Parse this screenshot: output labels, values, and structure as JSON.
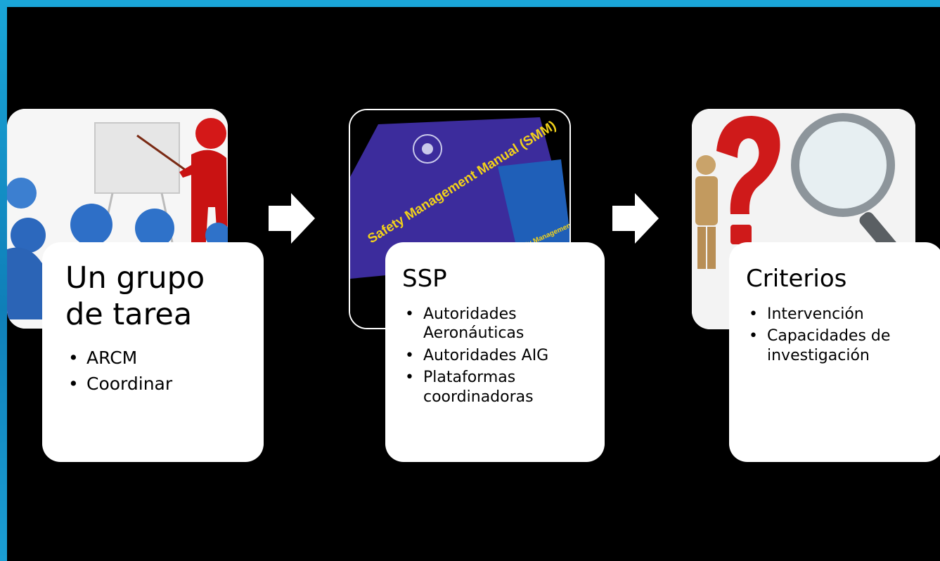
{
  "colors": {
    "frame": "#1aa6d8",
    "background": "#000000",
    "card": "#ffffff",
    "arrow": "#ffffff"
  },
  "steps": [
    {
      "image": "classroom-presentation-image",
      "title": "Un grupo de tarea",
      "bullets": [
        "ARCM",
        "Coordinar"
      ]
    },
    {
      "image": "safety-management-manual-cover-image",
      "cover_text": "Safety Management Manual (SMM)",
      "cover_small": "Safety Management",
      "title": "SSP",
      "bullets": [
        "Autoridades Aeronáuticas",
        "Autoridades AIG",
        "Plataformas coordinadoras"
      ]
    },
    {
      "image": "question-mark-magnifier-image",
      "title": "Criterios",
      "bullets": [
        "Intervención",
        "Capacidades de investigación"
      ]
    }
  ]
}
